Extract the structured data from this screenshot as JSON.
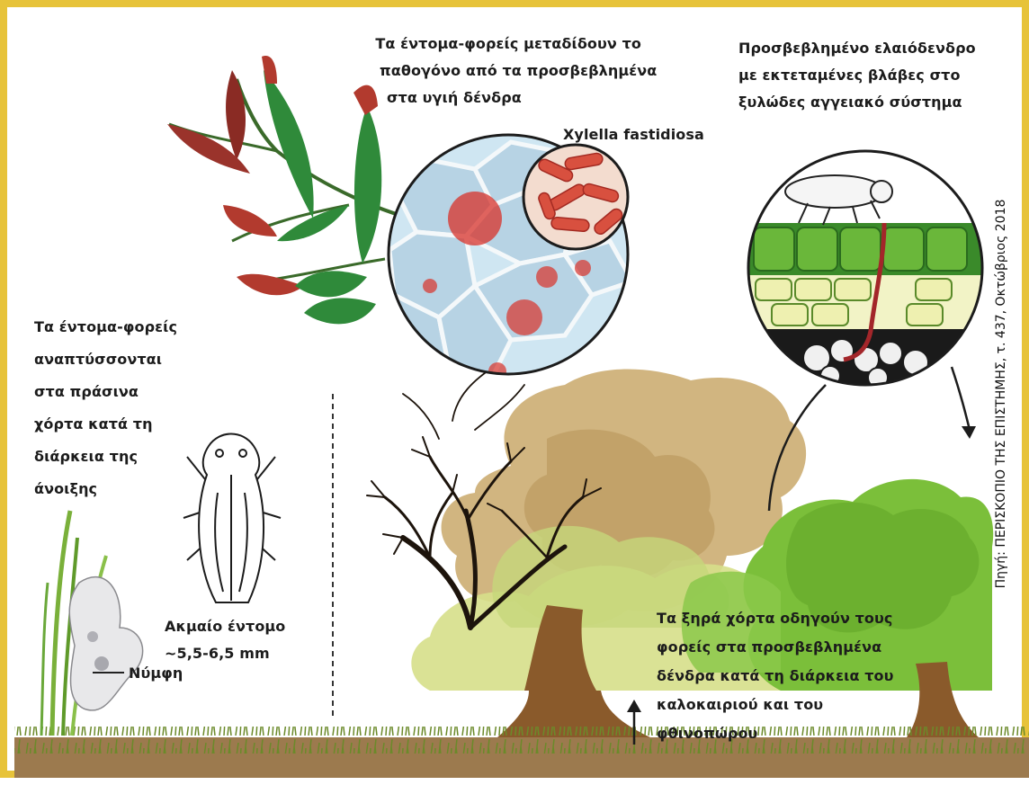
{
  "figure": {
    "labels": {
      "vectors_transmit": [
        "Τα έντομα-φορείς μεταδίδουν το",
        "παθογόνο από τα προσβεβλημένα",
        "στα υγιή δένδρα"
      ],
      "infected_tree": [
        "Προσβεβλημένο ελαιόδενδρο",
        "με εκτεταμένες βλάβες στο",
        "ξυλώδες αγγειακό σύστημα"
      ],
      "pathogen_name": "Xylella fastidiosa",
      "vectors_develop": [
        "Τα έντομα-φορείς",
        "αναπτύσσονται",
        "στα πράσινα",
        "χόρτα κατά τη",
        "διάρκεια της",
        "άνοιξης"
      ],
      "adult_insect": [
        "Ακμαίο έντομο",
        "~5,5-6,5 mm"
      ],
      "nymph": "Νύμφη",
      "dry_grass": [
        "Τα ξηρά χόρτα οδηγούν τους",
        "φορείς στα προσβεβλημένα",
        "δένδρα κατά τη διάρκεια του",
        "καλοκαιριού και του",
        "φθινοπώρου"
      ]
    },
    "source": "Πηγή: ΠΕΡΙΣΚΟΠΙΟ ΤΗΣ ΕΠΙΣΤΗΜΗΣ, τ. 437, Οκτώβριος 2018",
    "colors": {
      "frame": "#e7c33a",
      "leaf_green": "#2f8a3a",
      "leaf_red": "#b23a2e",
      "bacteria_red": "#d8322a",
      "tree_tan": "#c9a86a",
      "tree_green": "#7bbf3a",
      "trunk_brown": "#8a5a2b"
    },
    "icons": [
      "olive-branch-icon",
      "leafhopper-icon",
      "bacteria-icon",
      "grass-icon",
      "tree-icon",
      "arrow-icon"
    ]
  }
}
